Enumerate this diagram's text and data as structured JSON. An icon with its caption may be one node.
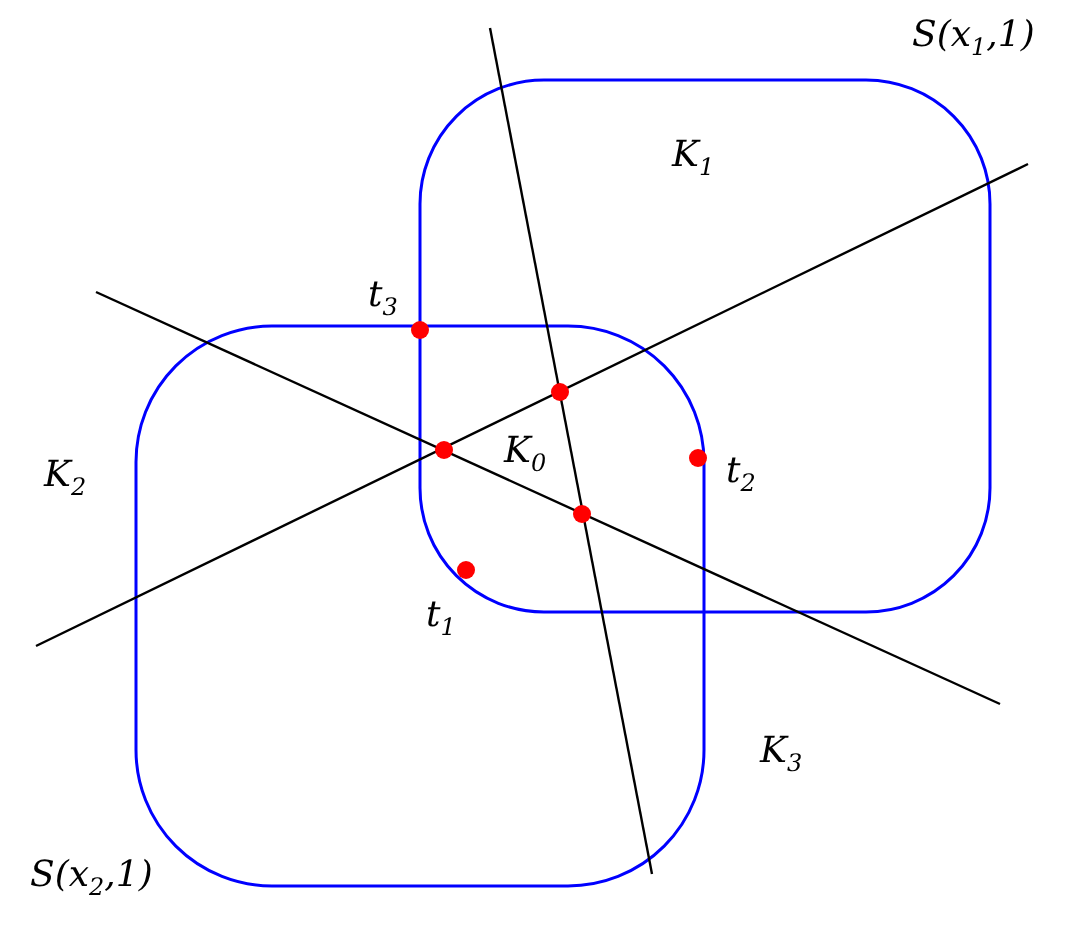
{
  "diagram": {
    "labels": [
      "S(x$_{1}$,1)",
      "K$_{1}$",
      "t$_{3}$",
      "K$_{2}$",
      "K$_{0}$",
      "t$_{2}$",
      "t$_{1}$",
      "K$_{3}$",
      "S(x$_{2}$,1)"
    ]
  }
}
